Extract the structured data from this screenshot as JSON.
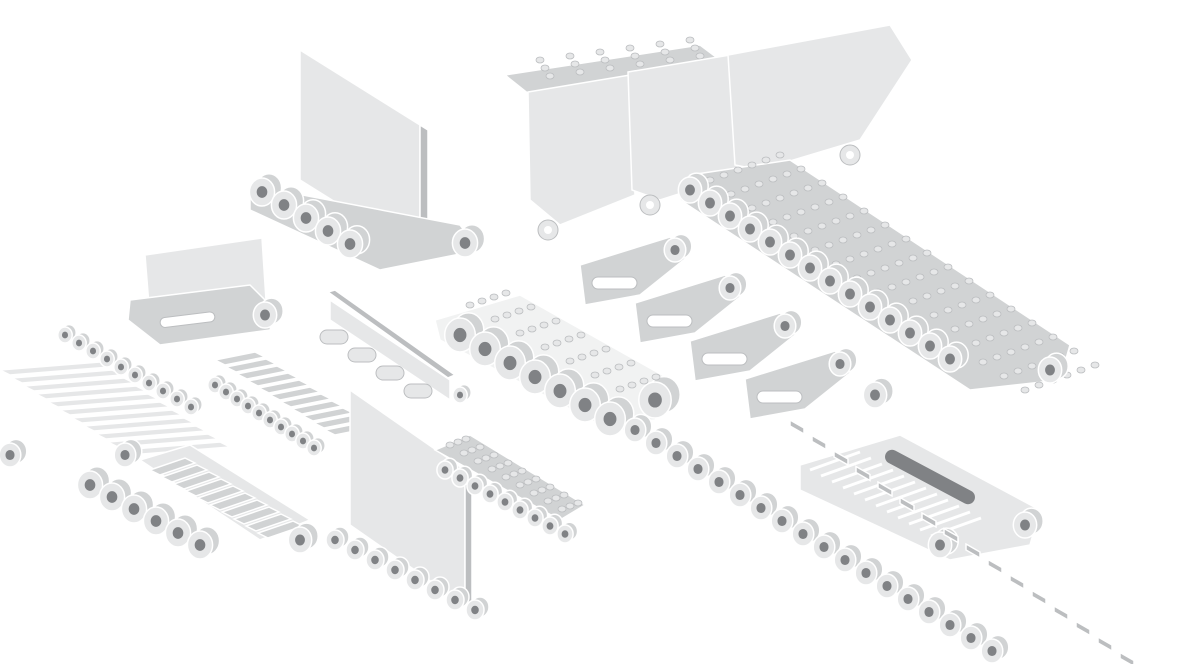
{
  "illustration": {
    "subject": "conveyor-chain-assortment",
    "colors": {
      "background": "#ffffff",
      "plate_light": "#e6e7e8",
      "plate_mid": "#d1d3d4",
      "plate_dark": "#bcbec0",
      "roller_hole": "#808285",
      "outline": "#ffffff"
    },
    "components": [
      "vertical-plate-chain",
      "attachment-plate-chain",
      "studded-top-chain",
      "small-plate-chain",
      "flat-top-grid-chain",
      "roller-chain-left",
      "multi-flight-chain",
      "tall-plate-chain",
      "diamond-top-chain",
      "hook-link-chain",
      "long-roller-chain",
      "slotted-block-chain",
      "dashed-chain",
      "small-perforated-chain",
      "slotted-slat-chain",
      "angle-attachment-chain"
    ]
  }
}
